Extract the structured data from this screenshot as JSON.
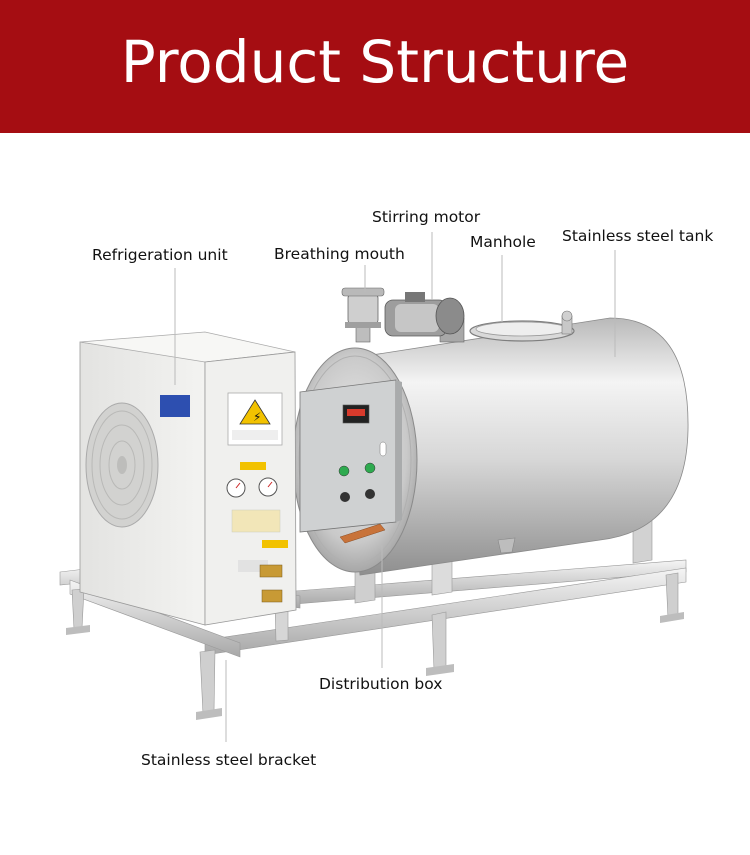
{
  "header": {
    "title": "Product Structure",
    "background": "#a50d12",
    "text_color": "#ffffff"
  },
  "labels": {
    "refrigeration_unit": "Refrigeration unit",
    "breathing_mouth": "Breathing mouth",
    "stirring_motor": "Stirring motor",
    "manhole": "Manhole",
    "stainless_steel_tank": "Stainless steel tank",
    "distribution_box": "Distribution box",
    "stainless_steel_bracket": "Stainless steel bracket"
  },
  "colors": {
    "steel_light": "#e9e9e9",
    "steel_dark": "#9c9c9c",
    "warning_yellow": "#f2c200"
  }
}
